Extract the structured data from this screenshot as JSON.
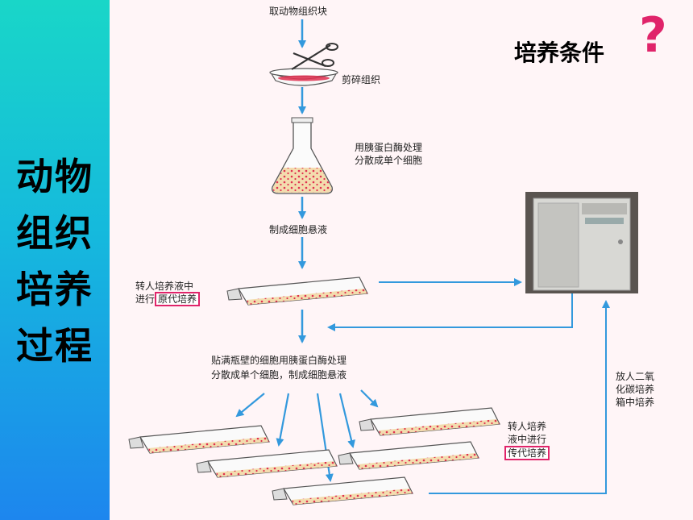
{
  "sidebar": {
    "title_lines": [
      "动物",
      "组织",
      "培养",
      "过程"
    ]
  },
  "header": {
    "title": "培养条件",
    "question_mark": "?"
  },
  "steps": {
    "take_tissue": "取动物组织块",
    "cut_tissue": "剪碎组织",
    "trypsin_line1": "用胰蛋白酶处理",
    "trypsin_line2": "分散成单个细胞",
    "suspension": "制成细胞悬液",
    "primary_line1": "转人培养液中",
    "primary_prefix": "进行",
    "primary_highlight": "原代培养",
    "adherent_line1": "贴满瓶壁的细胞用胰蛋白酶处理",
    "adherent_line2": "分散成单个细胞，制成细胞悬液",
    "passage_line1": "转人培养",
    "passage_line2": "液中进行",
    "passage_highlight": "传代培养",
    "incubator_line1": "放人二氧",
    "incubator_line2": "化碳培养",
    "incubator_line3": "箱中培养"
  },
  "colors": {
    "arrow": "#3399dd",
    "highlight": "#e0246a",
    "cells": "#e03050",
    "medium": "#f3dcae"
  }
}
